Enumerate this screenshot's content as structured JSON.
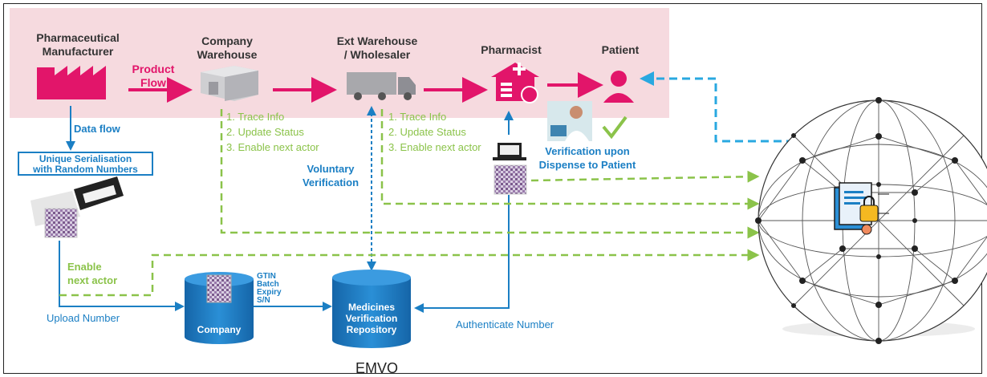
{
  "actors": {
    "manufacturer": "Pharmaceutical\nManufacturer",
    "company_warehouse": "Company\nWarehouse",
    "ext_warehouse": "Ext Warehouse\n/ Wholesaler",
    "pharmacist": "Pharmacist",
    "patient": "Patient"
  },
  "labels": {
    "product_flow": "Product\nFlow",
    "data_flow": "Data flow",
    "serialisation": "Unique Serialisation\nwith Random Numbers",
    "steps_company": "1. Trace Info\n2. Update Status\n3. Enable next actor",
    "steps_ext": "1. Trace Info\n2. Update Status\n3. Enable next actor",
    "voluntary_verification": "Voluntary\nVerification",
    "verification_dispense": "Verification upon\nDispense to Patient",
    "enable_next_actor": "Enable\nnext actor",
    "upload_number": "Upload Number",
    "authenticate_number": "Authenticate Number",
    "gtin_fields": "GTIN\nBatch\nExpiry\nS/N",
    "company_db": "Company",
    "repository_db": "Medicines\nVerification\nRepository",
    "emvo": "EMVO"
  },
  "colors": {
    "pink": "#e2156a",
    "blue": "#1b7fc4",
    "green": "#8bc34a",
    "dashed_blue": "#29a8e0",
    "band": "#f6dadf"
  },
  "icons": [
    "factory-icon",
    "warehouse-icon",
    "truck-icon",
    "pharmacy-icon",
    "patient-icon",
    "pharmacist-photo",
    "checkmark-icon",
    "laptop-icon",
    "qr-code-icon",
    "scanner-icon",
    "database-icon",
    "blockchain-sphere",
    "secure-document-icon"
  ]
}
